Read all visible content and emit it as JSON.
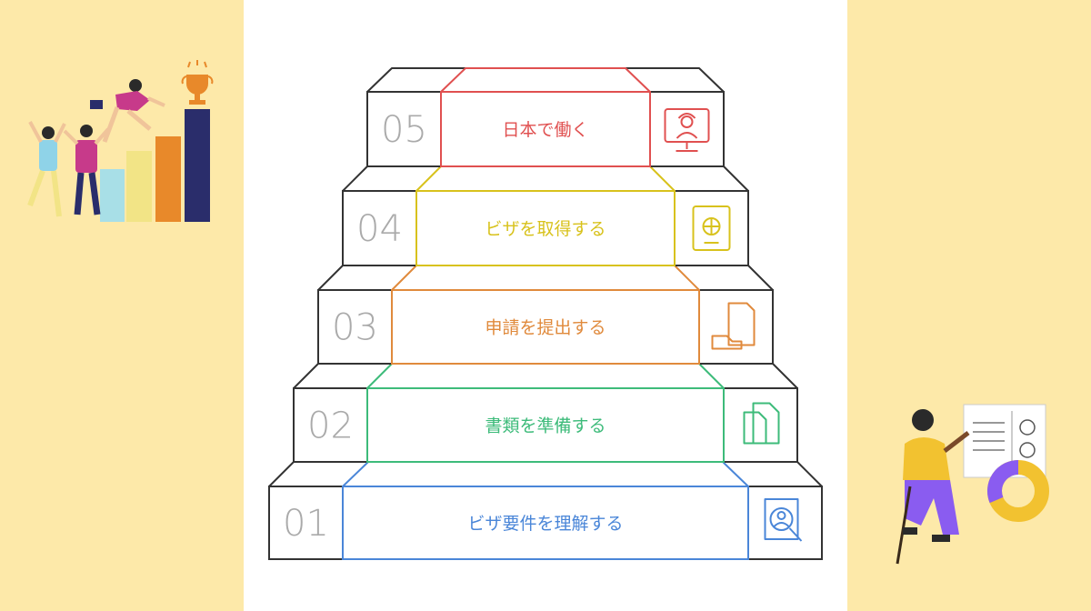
{
  "steps": [
    {
      "number": "01",
      "label": "ビザ要件を理解する",
      "color": "#4a86d8",
      "icon": "search-person-icon"
    },
    {
      "number": "02",
      "label": "書類を準備する",
      "color": "#3dbb7a",
      "icon": "documents-icon"
    },
    {
      "number": "03",
      "label": "申請を提出する",
      "color": "#e08a3c",
      "icon": "submit-hand-icon"
    },
    {
      "number": "04",
      "label": "ビザを取得する",
      "color": "#d8c21c",
      "icon": "passport-icon"
    },
    {
      "number": "05",
      "label": "日本で働く",
      "color": "#e05050",
      "icon": "worker-monitor-icon"
    }
  ],
  "colors": {
    "background": "#fde9a9",
    "panel": "#ffffff",
    "outline": "#333333",
    "number": "#aaaaaa"
  },
  "illustrations": {
    "left": "people-climbing-bar-chart-illustration",
    "right": "person-presenting-chart-illustration"
  }
}
